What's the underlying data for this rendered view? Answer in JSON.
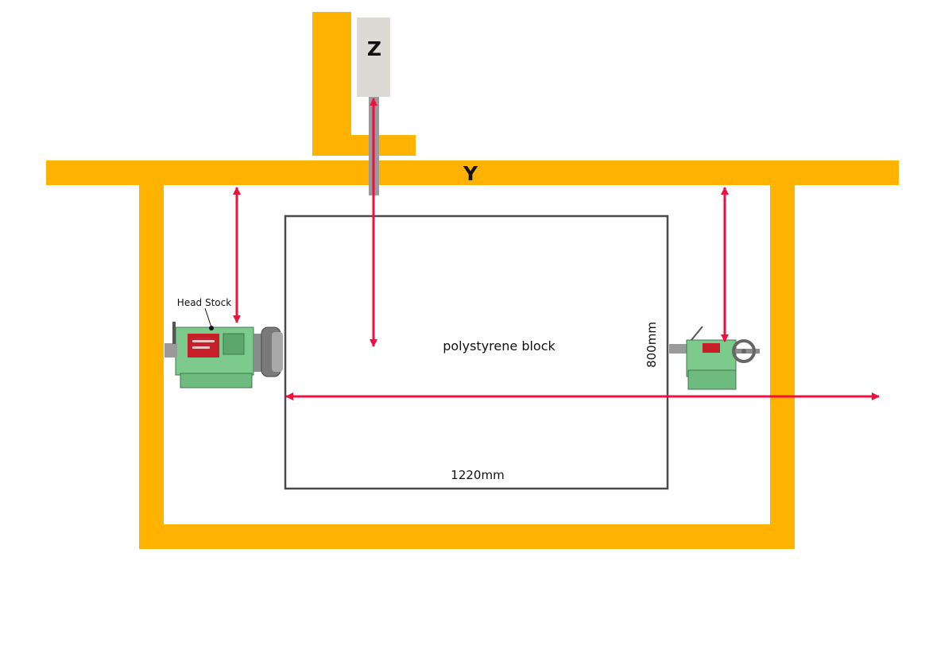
{
  "labels": {
    "z_axis": "Z",
    "y_axis": "Y",
    "head_stock": "Head Stock",
    "block": "polystyrene block",
    "height": "800mm",
    "width": "1220mm"
  },
  "colors": {
    "frame": "#FFB300",
    "arrow": "#F0103F",
    "spindle_block": "#DCDAD4",
    "spindle_shaft": "#9A9A9A",
    "block_border": "#4A4A4A",
    "machine_green": "#7CCB8D",
    "machine_red": "#C8202A"
  }
}
